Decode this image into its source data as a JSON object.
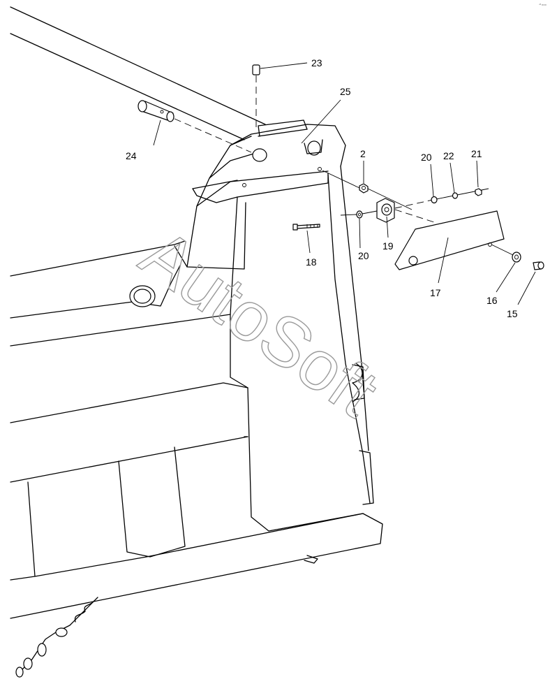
{
  "diagram": {
    "callouts": {
      "c2": "2",
      "c15": "15",
      "c16": "16",
      "c17": "17",
      "c18": "18",
      "c19": "19",
      "c20a": "20",
      "c20b": "20",
      "c21": "21",
      "c22": "22",
      "c23": "23",
      "c24": "24",
      "c25": "25"
    },
    "corner_mark": "·º ===",
    "watermark": "AutoSoft"
  }
}
